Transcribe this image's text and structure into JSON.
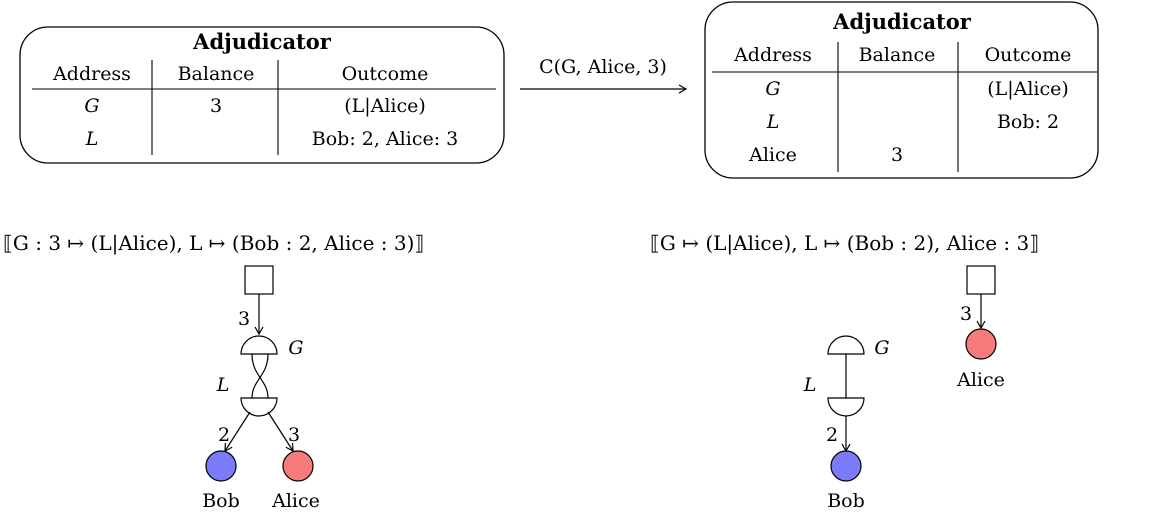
{
  "left_table": {
    "title": "Adjudicator",
    "headers": [
      "Address",
      "Balance",
      "Outcome"
    ],
    "rows": [
      {
        "address": "G",
        "balance": "3",
        "outcome": "(L|Alice)"
      },
      {
        "address": "L",
        "balance": "",
        "outcome": "Bob: 2, Alice: 3"
      }
    ]
  },
  "arrow_label": "C(G, Alice, 3)",
  "right_table": {
    "title": "Adjudicator",
    "headers": [
      "Address",
      "Balance",
      "Outcome"
    ],
    "rows": [
      {
        "address": "G",
        "balance": "",
        "outcome": "(L|Alice)"
      },
      {
        "address": "L",
        "balance": "",
        "outcome": "Bob: 2"
      },
      {
        "address": "Alice",
        "balance": "3",
        "outcome": ""
      }
    ]
  },
  "left_expression": "⟦G : 3 ↦ (L|Alice),  L ↦ (Bob : 2, Alice : 3)⟧",
  "right_expression": "⟦G ↦ (L|Alice),  L ↦ (Bob : 2),  Alice : 3⟧",
  "left_graph": {
    "deposit_label": "3",
    "guarantee_label": "G",
    "ledger_label": "L",
    "edge_bob_label": "2",
    "edge_alice_label": "3",
    "bob_label": "Bob",
    "alice_label": "Alice"
  },
  "right_graph": {
    "guarantee_label": "G",
    "ledger_label": "L",
    "edge_bob_label": "2",
    "bob_label": "Bob",
    "deposit_label": "3",
    "alice_label": "Alice"
  },
  "colors": {
    "bob": "#7b7bf7",
    "alice": "#f77b7b"
  }
}
